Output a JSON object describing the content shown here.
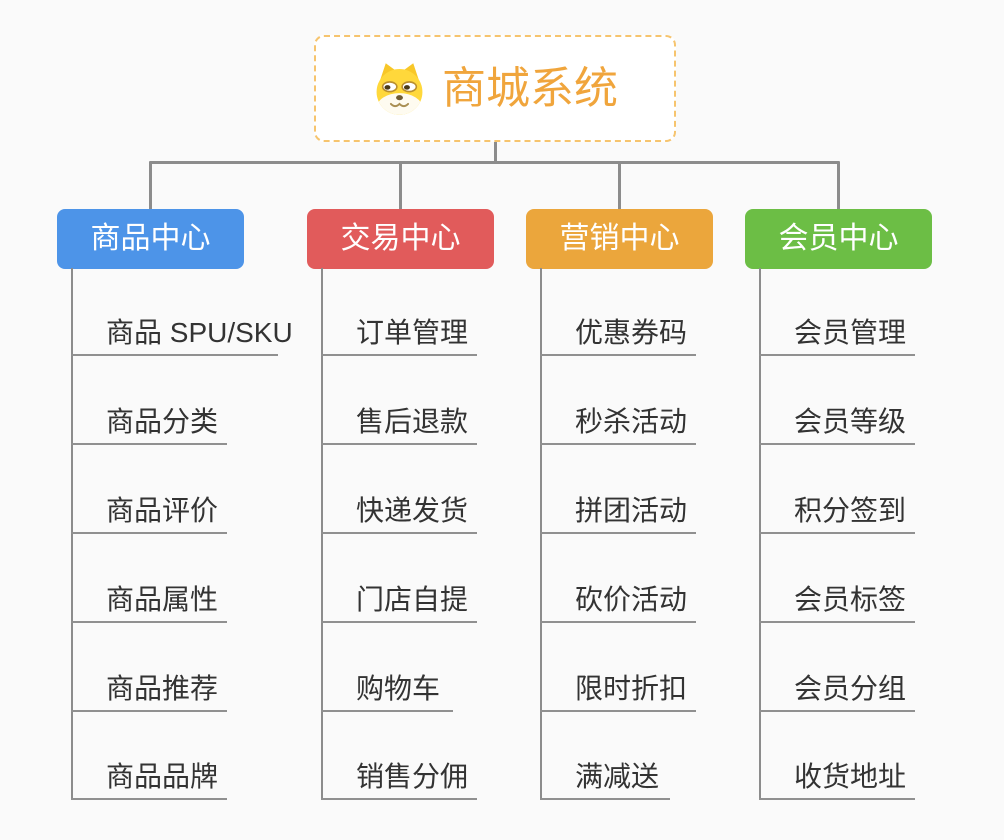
{
  "root": {
    "label": "商城系统",
    "icon": "shiba-dog-icon"
  },
  "colors": {
    "background": "#FAFAFA",
    "root_text": "#F0A53C",
    "root_border": "#F6C46E",
    "connector": "#8C8C8C",
    "leaf_underline": "#909090",
    "leaf_text": "#333333",
    "branch_text": "#FFFFFF"
  },
  "branches": [
    {
      "label": "商品中心",
      "color": "#4D94E8",
      "items": [
        "商品 SPU/SKU",
        "商品分类",
        "商品评价",
        "商品属性",
        "商品推荐",
        "商品品牌"
      ]
    },
    {
      "label": "交易中心",
      "color": "#E15B5B",
      "items": [
        "订单管理",
        "售后退款",
        "快递发货",
        "门店自提",
        "购物车",
        "销售分佣"
      ]
    },
    {
      "label": "营销中心",
      "color": "#EBA63C",
      "items": [
        "优惠券码",
        "秒杀活动",
        "拼团活动",
        "砍价活动",
        "限时折扣",
        "满减送"
      ]
    },
    {
      "label": "会员中心",
      "color": "#6CBE45",
      "items": [
        "会员管理",
        "会员等级",
        "积分签到",
        "会员标签",
        "会员分组",
        "收货地址"
      ]
    }
  ]
}
